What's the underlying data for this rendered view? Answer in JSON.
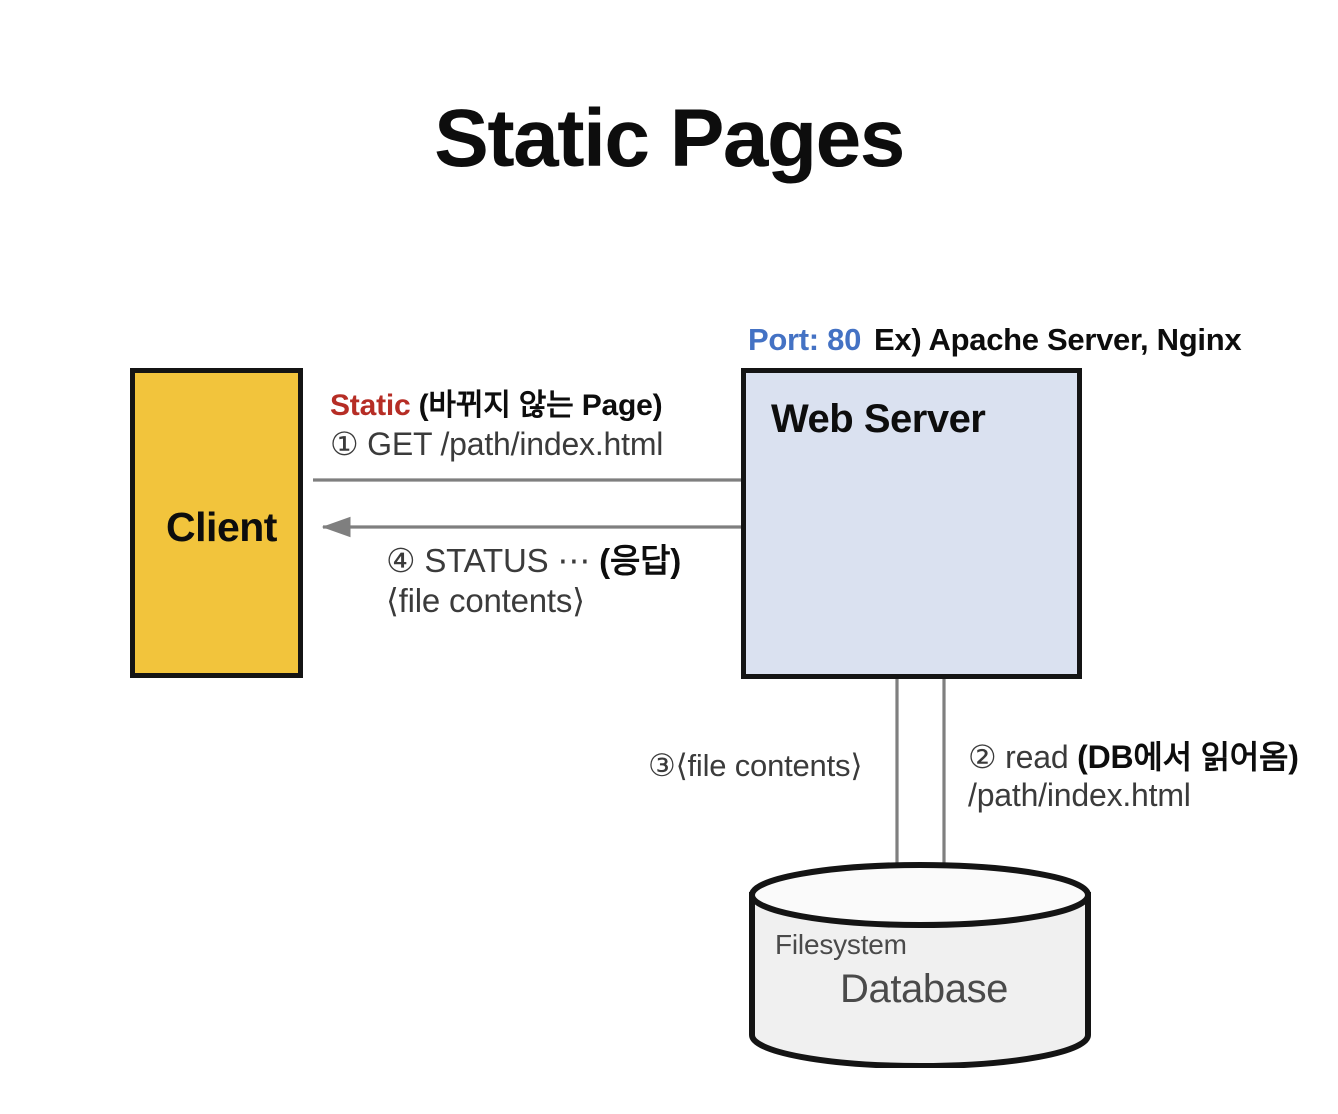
{
  "slide": {
    "title": "Static Pages",
    "background": "#ffffff"
  },
  "colors": {
    "client_fill": "#F2C43C",
    "server_fill": "#DAE1F0",
    "db_fill": "#F0F0F0",
    "port_blue": "#4472C4",
    "static_red": "#B62D25",
    "border_black": "#141414",
    "arrow_gray": "#7F7F7F",
    "text_gray": "#3b3b3b"
  },
  "nodes": {
    "client": {
      "label": "Client"
    },
    "web_server": {
      "label": "Web Server"
    },
    "database": {
      "line1": "Filesystem",
      "line2": "Database"
    }
  },
  "header": {
    "port_label": "Port: 80",
    "example_label": "Ex) Apache Server, Nginx"
  },
  "annotations": {
    "static_title_red": "Static",
    "static_title_rest": "(바뀌지 않는 Page)",
    "step1": "① GET /path/index.html",
    "step4_main": "④ STATUS ⋯ ",
    "step4_bold": "(응답)",
    "step4_sub": "⟨file contents⟩",
    "step3": "③⟨file contents⟩",
    "step2_main": "② read ",
    "step2_bold": "(DB에서 읽어옴)",
    "step2_sub": "/path/index.html"
  },
  "flows": [
    {
      "id": 1,
      "from": "client",
      "to": "web_server",
      "direction": "right",
      "label": "① GET /path/index.html"
    },
    {
      "id": 2,
      "from": "web_server",
      "to": "database",
      "direction": "down",
      "label": "② read (DB에서 읽어옴) /path/index.html"
    },
    {
      "id": 3,
      "from": "database",
      "to": "web_server",
      "direction": "up",
      "label": "③⟨file contents⟩"
    },
    {
      "id": 4,
      "from": "web_server",
      "to": "client",
      "direction": "left",
      "label": "④ STATUS ⋯ (응답) ⟨file contents⟩"
    }
  ]
}
